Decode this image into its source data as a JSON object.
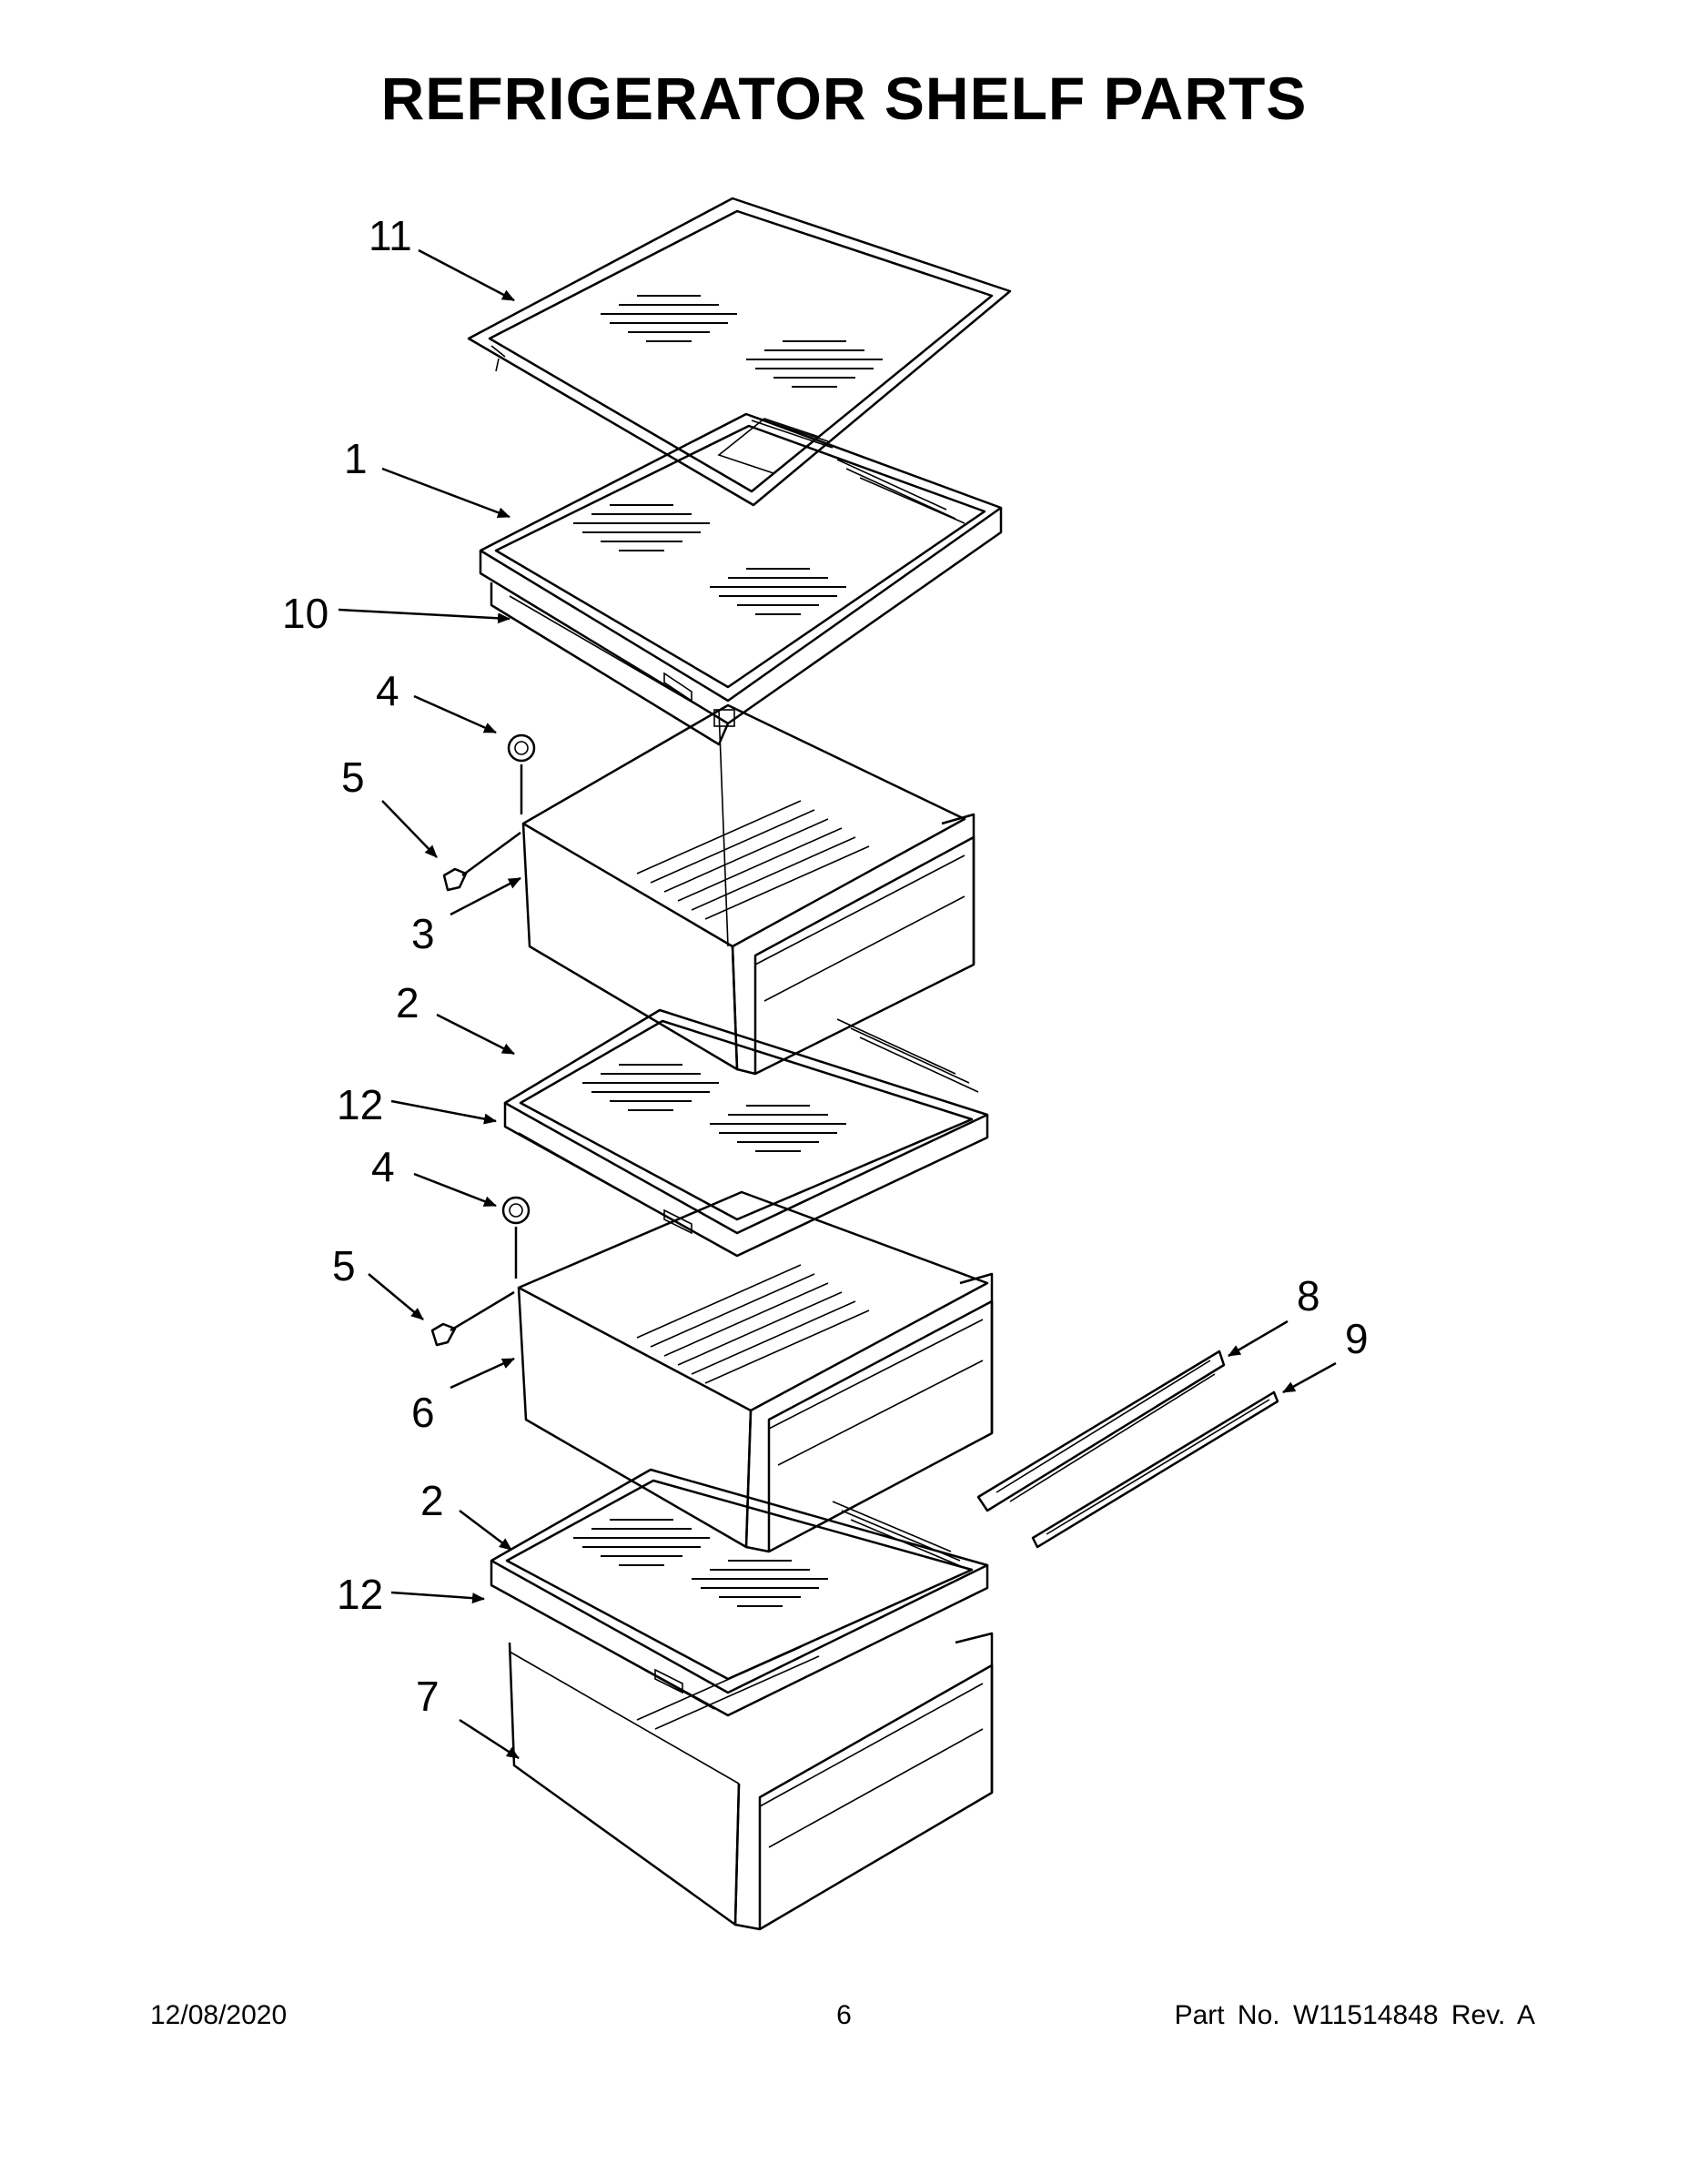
{
  "title": "REFRIGERATOR SHELF PARTS",
  "callouts": [
    {
      "id": "c11",
      "label": "11"
    },
    {
      "id": "c1",
      "label": "1"
    },
    {
      "id": "c10",
      "label": "10"
    },
    {
      "id": "c4a",
      "label": "4"
    },
    {
      "id": "c5a",
      "label": "5"
    },
    {
      "id": "c3",
      "label": "3"
    },
    {
      "id": "c2a",
      "label": "2"
    },
    {
      "id": "c12a",
      "label": "12"
    },
    {
      "id": "c4b",
      "label": "4"
    },
    {
      "id": "c5b",
      "label": "5"
    },
    {
      "id": "c6",
      "label": "6"
    },
    {
      "id": "c2b",
      "label": "2"
    },
    {
      "id": "c12b",
      "label": "12"
    },
    {
      "id": "c7",
      "label": "7"
    },
    {
      "id": "c8",
      "label": "8"
    },
    {
      "id": "c9",
      "label": "9"
    }
  ],
  "footer": {
    "date": "12/08/2020",
    "page": "6",
    "part": "Part No.  W11514848  Rev.  A"
  }
}
